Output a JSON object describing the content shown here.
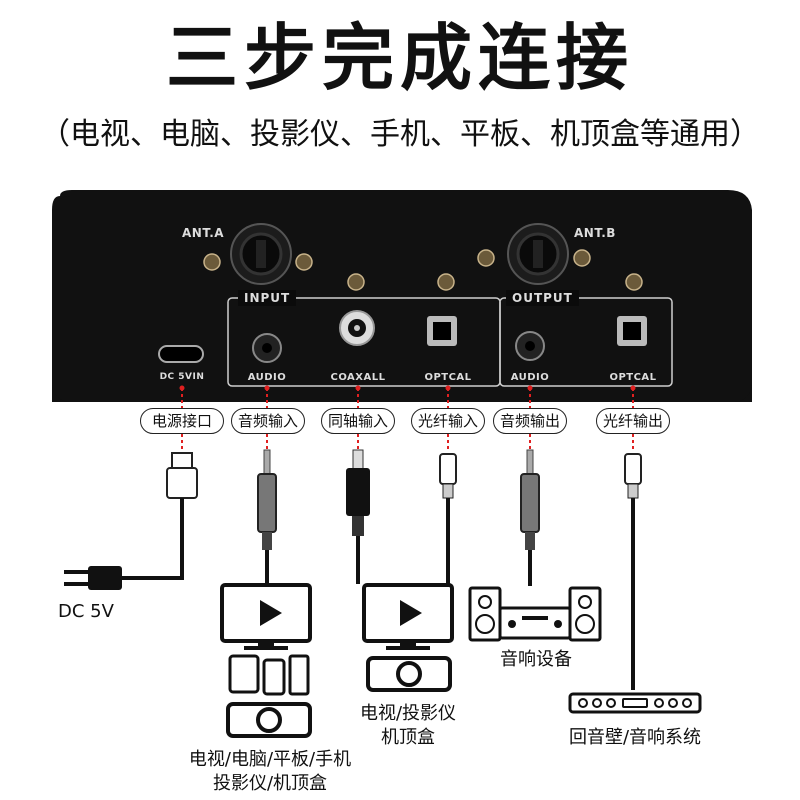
{
  "headline": "三步完成连接",
  "subheadline": "（电视、电脑、投影仪、手机、平板、机顶盒等通用）",
  "panel": {
    "ant_a": "ANT.A",
    "ant_b": "ANT.B",
    "input_header": "INPUT",
    "output_header": "OUTPUT",
    "ports": [
      "DC 5VIN",
      "AUDIO",
      "COAXALL",
      "OPTCAL",
      "AUDIO",
      "OPTCAL"
    ]
  },
  "port_labels": [
    "电源接口",
    "音频输入",
    "同轴输入",
    "光纤输入",
    "音频输出",
    "光纤输出"
  ],
  "captions": {
    "dc": "DC 5V",
    "audio_in_sources": [
      "电视/电脑/平板/手机",
      "投影仪/机顶盒"
    ],
    "coax_sources": [
      "电视/投影仪",
      "机顶盒"
    ],
    "audio_out_device": "音响设备",
    "optical_out_device": "回音壁/音响系统"
  },
  "colors": {
    "accent": "#e02020",
    "panel": "#111111",
    "text": "#111111"
  }
}
